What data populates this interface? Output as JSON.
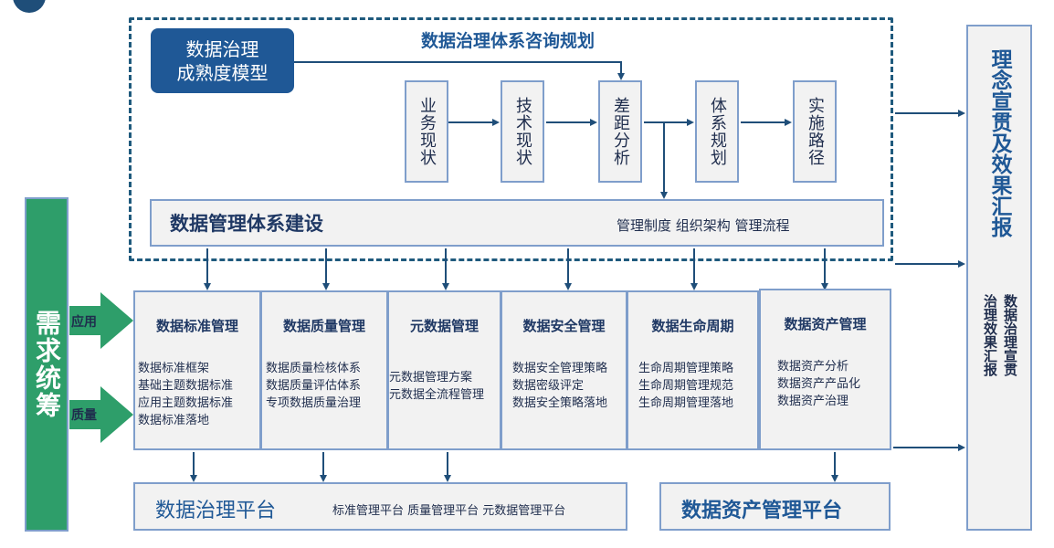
{
  "consult": {
    "title": "数据治理体系咨询规划",
    "maturity_line1": "数据治理",
    "maturity_line2": "成熟度模型",
    "steps": [
      "业务现状",
      "技术现状",
      "差距分析",
      "体系规划",
      "实施路径"
    ]
  },
  "build": {
    "title": "数据管理体系建设",
    "subtitle": "管理制度 组织架构 管理流程"
  },
  "modules": [
    {
      "title": "数据标准管理",
      "items": [
        "数据标准框架",
        "基础主题数据标准",
        "应用主题数据标准",
        "数据标准落地"
      ]
    },
    {
      "title": "数据质量管理",
      "items": [
        "数据质量检核体系",
        "数据质量评估体系",
        "专项数据质量治理"
      ]
    },
    {
      "title": "元数据管理",
      "items": [
        "元数据管理方案",
        "元数据全流程管理"
      ]
    },
    {
      "title": "数据安全管理",
      "items": [
        "数据安全管理策略",
        "数据密级评定",
        "数据安全策略落地"
      ]
    },
    {
      "title": "数据生命周期",
      "items": [
        "生命周期管理策略",
        "生命周期管理规范",
        "生命周期管理落地"
      ]
    },
    {
      "title": "数据资产管理",
      "items": [
        "数据资产分析",
        "数据资产产品化",
        "数据资产治理"
      ]
    }
  ],
  "left": {
    "title": "需求统筹",
    "arrow_top": "应用",
    "arrow_bottom": "质量"
  },
  "right": {
    "title": "理念宣贯及效果汇报",
    "sub_col1": "数据治理宣贯",
    "sub_col2": "治理效果汇报"
  },
  "platforms": {
    "governance_title": "数据治理平台",
    "governance_sub": "标准管理平台 质量管理平台 元数据管理平台",
    "asset_title": "数据资产管理平台"
  },
  "colors": {
    "dark_blue": "#1f5896",
    "border_blue": "#7f9ecb",
    "green": "#2e9e6a",
    "box_fill": "#f2f2f2"
  }
}
